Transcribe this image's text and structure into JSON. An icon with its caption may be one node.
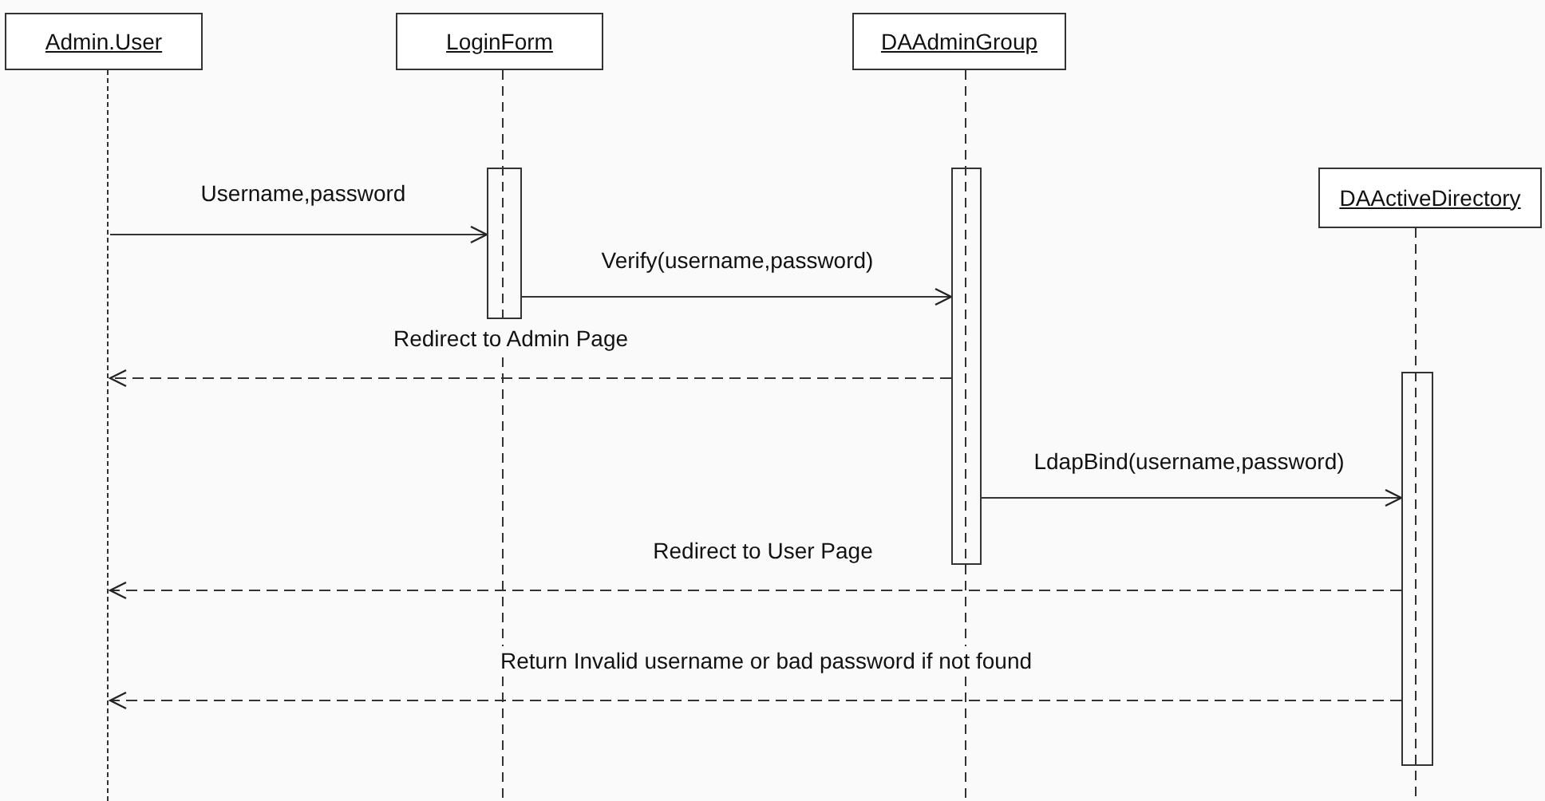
{
  "diagram": {
    "nodes": [
      {
        "text": [
          "Admin.User"
        ]
      },
      {
        "text": [
          "LoginForm"
        ]
      },
      {
        "text": [
          "DAAdminGroup"
        ]
      },
      {
        "text": [
          "DAActiveDirectory"
        ]
      },
      {
        "text": [],
        "shape": "line"
      },
      {
        "text": [],
        "shape": "bar"
      },
      {
        "text": [],
        "shape": "bar"
      },
      {
        "text": [],
        "shape": "bar"
      }
    ],
    "edges": [
      {
        "from": 4,
        "to": 5,
        "arrow": "to",
        "label": "Username,password"
      },
      {
        "from": 5,
        "to": 6,
        "arrow": "to",
        "label": "Verify(username,password)"
      },
      {
        "from": 6,
        "to": 4,
        "arrow": "to",
        "label": "Redirect to Admin Page",
        "style": "dashed"
      },
      {
        "from": 6,
        "to": 7,
        "arrow": "to",
        "label": "LdapBind(username,password)"
      },
      {
        "from": 7,
        "to": 4,
        "arrow": "to",
        "label": "Redirect to User Page",
        "style": "dashed"
      },
      {
        "from": 7,
        "to": 4,
        "arrow": "to",
        "label": "Return Invalid username or bad password if not found",
        "style": "dashed"
      }
    ]
  }
}
